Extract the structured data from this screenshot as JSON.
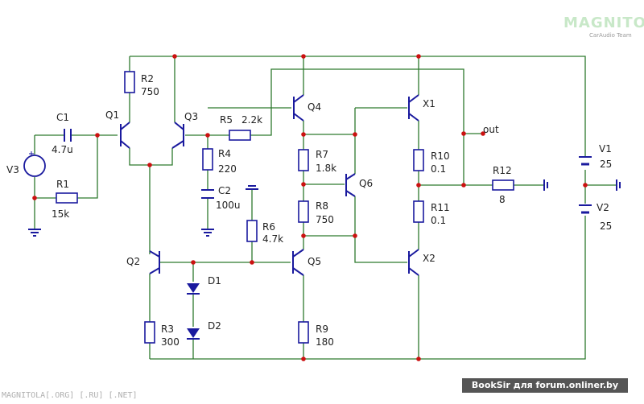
{
  "watermark": {
    "logo": "MAGNITOLA",
    "logo_sub": "CarAudio Team",
    "bottom_left": "MAGNITOLA[.ORG] [.RU] [.NET]",
    "bottom_right": "BookSir для forum.onliner.by"
  },
  "labels": {
    "C1": "C1",
    "C1v": "4.7u",
    "V3": "V3",
    "R1": "R1",
    "R1v": "15k",
    "Q1": "Q1",
    "R2": "R2",
    "R2v": "750",
    "Q3": "Q3",
    "R5": "R5",
    "R5v": "2.2k",
    "R4": "R4",
    "R4v": "220",
    "C2": "C2",
    "C2v": "100u",
    "Q4": "Q4",
    "R7": "R7",
    "R7v": "1.8k",
    "Q6": "Q6",
    "R8": "R8",
    "R8v": "750",
    "R6": "R6",
    "R6v": "4.7k",
    "Q2": "Q2",
    "Q5": "Q5",
    "D1": "D1",
    "D2": "D2",
    "R3": "R3",
    "R3v": "300",
    "R9": "R9",
    "R9v": "180",
    "X1": "X1",
    "R10": "R10",
    "R10v": "0.1",
    "out": "out",
    "R12": "R12",
    "R12v": "8",
    "R11": "R11",
    "R11v": "0.1",
    "X2": "X2",
    "V1": "V1",
    "V1v": "25",
    "V2": "V2",
    "V2v": "25"
  }
}
